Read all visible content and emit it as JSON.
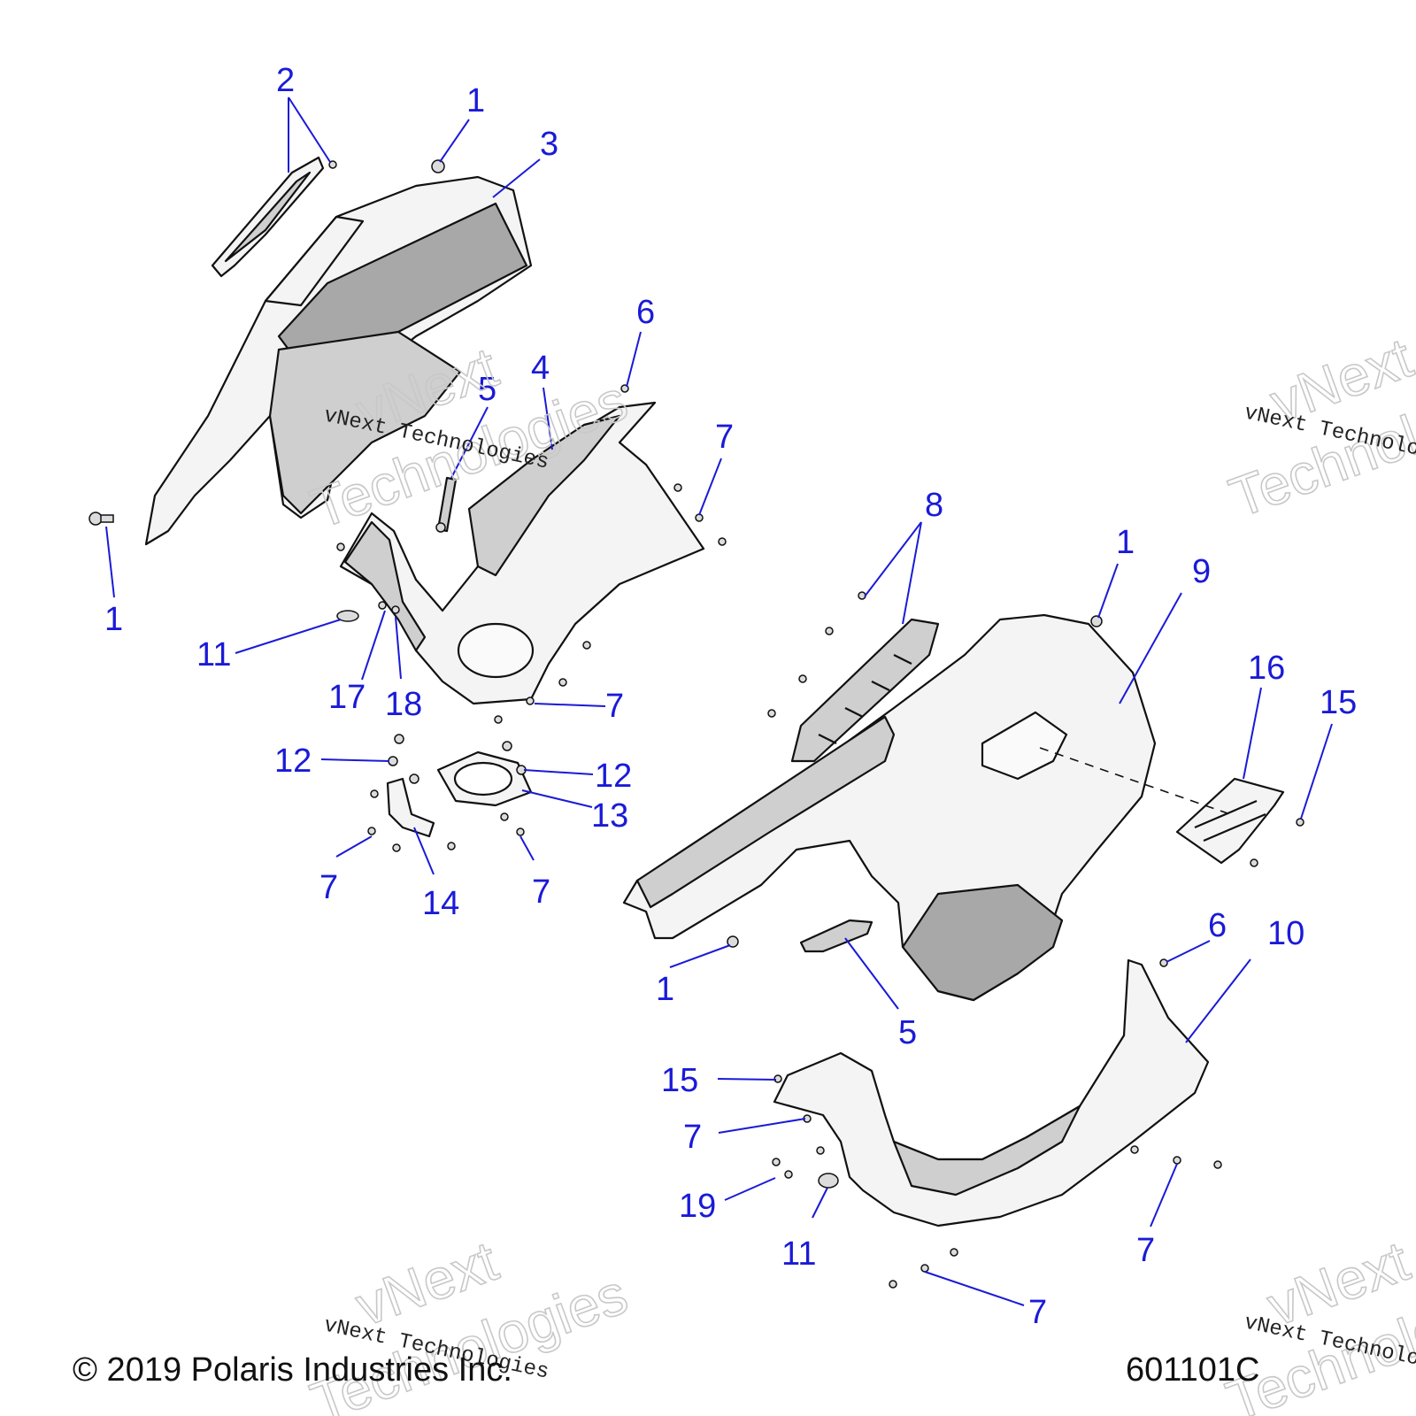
{
  "callouts": [
    {
      "id": "c2a",
      "label": "2"
    },
    {
      "id": "c1a",
      "label": "1"
    },
    {
      "id": "c3",
      "label": "3"
    },
    {
      "id": "c6a",
      "label": "6"
    },
    {
      "id": "c4",
      "label": "4"
    },
    {
      "id": "c5a",
      "label": "5"
    },
    {
      "id": "c7a",
      "label": "7"
    },
    {
      "id": "c1b",
      "label": "1"
    },
    {
      "id": "c11a",
      "label": "11"
    },
    {
      "id": "c17",
      "label": "17"
    },
    {
      "id": "c18",
      "label": "18"
    },
    {
      "id": "c7b",
      "label": "7"
    },
    {
      "id": "c12a",
      "label": "12"
    },
    {
      "id": "c12b",
      "label": "12"
    },
    {
      "id": "c13",
      "label": "13"
    },
    {
      "id": "c7c",
      "label": "7"
    },
    {
      "id": "c14",
      "label": "14"
    },
    {
      "id": "c7d",
      "label": "7"
    },
    {
      "id": "c8",
      "label": "8"
    },
    {
      "id": "c1c",
      "label": "1"
    },
    {
      "id": "c9",
      "label": "9"
    },
    {
      "id": "c16",
      "label": "16"
    },
    {
      "id": "c15a",
      "label": "15"
    },
    {
      "id": "c1d",
      "label": "1"
    },
    {
      "id": "c5b",
      "label": "5"
    },
    {
      "id": "c6b",
      "label": "6"
    },
    {
      "id": "c10",
      "label": "10"
    },
    {
      "id": "c15b",
      "label": "15"
    },
    {
      "id": "c7e",
      "label": "7"
    },
    {
      "id": "c19",
      "label": "19"
    },
    {
      "id": "c11b",
      "label": "11"
    },
    {
      "id": "c7f",
      "label": "7"
    },
    {
      "id": "c7g",
      "label": "7"
    }
  ],
  "watermark": {
    "line1": "vNext Technologies",
    "outline_top": "vNext",
    "outline_bottom": "Technologies"
  },
  "footer": {
    "copyright": "© 2019 Polaris Industries Inc.",
    "diagram_id": "601101C"
  },
  "colors": {
    "callout": "#1a1ad8",
    "outline": "#111111"
  }
}
